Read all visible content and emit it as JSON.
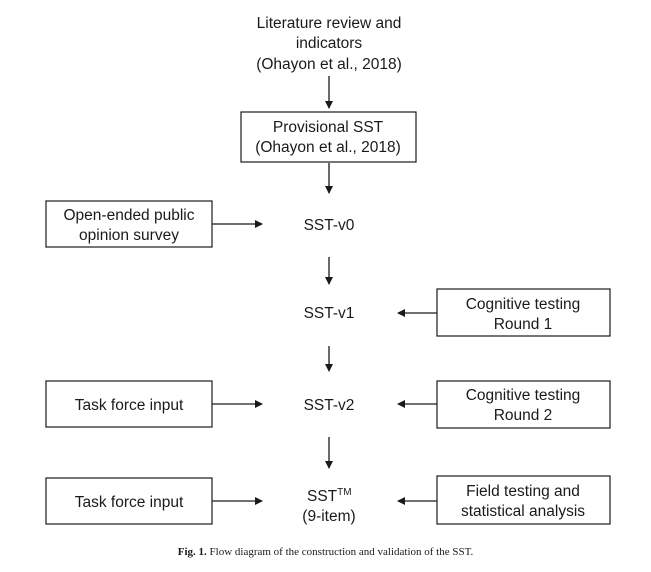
{
  "nodes": {
    "literature": {
      "lines": [
        "Literature review and",
        "indicators",
        "(Ohayon et al., 2018)"
      ]
    },
    "provisional": {
      "lines": [
        "Provisional SST",
        "(Ohayon et al., 2018)"
      ]
    },
    "sst_v0": {
      "lines": [
        "SST-v0"
      ]
    },
    "sst_v1": {
      "lines": [
        "SST-v1"
      ]
    },
    "sst_v2": {
      "lines": [
        "SST-v2"
      ]
    },
    "sst_final": {
      "main": "SST",
      "sup": "TM",
      "line2": "(9-item)"
    },
    "open_ended": {
      "lines": [
        "Open-ended public",
        "opinion survey"
      ]
    },
    "cognitive_r1": {
      "lines": [
        "Cognitive testing",
        "Round 1"
      ]
    },
    "task_force_1": {
      "lines": [
        "Task force input"
      ]
    },
    "cognitive_r2": {
      "lines": [
        "Cognitive testing",
        "Round 2"
      ]
    },
    "task_force_2": {
      "lines": [
        "Task force input"
      ]
    },
    "field_testing": {
      "lines": [
        "Field testing and",
        "statistical analysis"
      ]
    }
  },
  "caption": {
    "label": "Fig. 1.",
    "text": " Flow diagram of the construction and validation of the SST."
  }
}
